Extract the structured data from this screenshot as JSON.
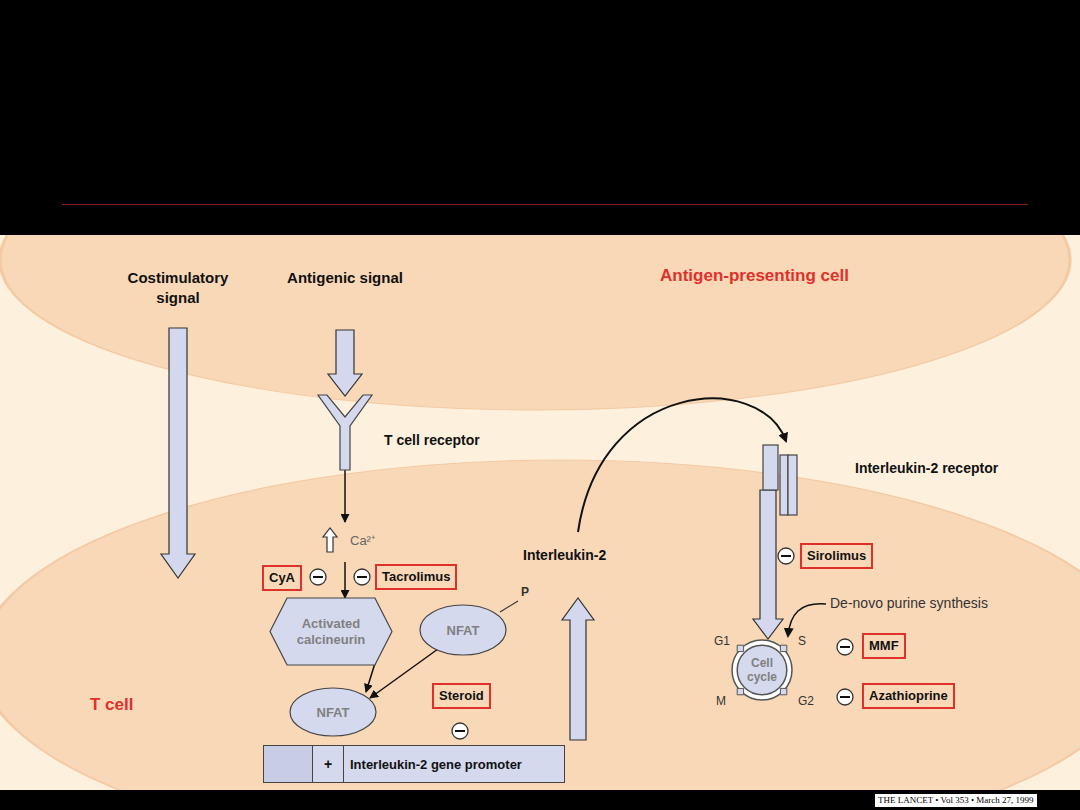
{
  "diagram": {
    "nodes": [
      {
        "text": [
          "Antigen-presenting cell"
        ]
      },
      {
        "text": [
          "T cell"
        ]
      },
      {
        "text": [
          "T cell receptor"
        ]
      },
      {
        "text": [
          "Interleukin-2 receptor"
        ]
      },
      {
        "text": [
          "CyA"
        ],
        "in": 1
      },
      {
        "text": [
          "Tacrolimus"
        ],
        "in": 1
      },
      {
        "text": [
          "Activated calcineurin"
        ],
        "in": 1
      },
      {
        "text": [
          "NFAT"
        ],
        "in": 1
      },
      {
        "text": [
          "NFAT"
        ],
        "in": 1
      },
      {
        "text": [
          "Steroid"
        ],
        "in": 1
      },
      {
        "text": [
          "+",
          "Interleukin-2 gene promoter"
        ],
        "in": 1
      },
      {
        "text": [
          "Sirolimus"
        ],
        "in": 1
      },
      {
        "text": [
          "Cell cycle"
        ],
        "in": 1
      },
      {
        "text": [
          "MMF"
        ],
        "in": 1
      },
      {
        "text": [
          "Azathioprine"
        ],
        "in": 1
      }
    ],
    "edges": [
      {
        "from": 0,
        "to": 1,
        "arrow": "to"
      },
      {
        "from": 0,
        "to": 2,
        "arrow": "to"
      },
      {
        "from": 2,
        "to": 6,
        "arrow": "to"
      },
      {
        "from": 6,
        "to": 8,
        "arrow": "to"
      },
      {
        "from": 7,
        "to": 8,
        "arrow": "to"
      },
      {
        "from": 3,
        "to": 12,
        "arrow": "to"
      }
    ],
    "labels": [
      "Costimulatory signal",
      "Antigenic signal",
      "Ca²⁺",
      "P",
      "Interleukin-2",
      "De-novo purine synthesis",
      "G1",
      "S",
      "M",
      "G2",
      "THE LANCET • Vol 353 • March 27, 1999"
    ]
  }
}
